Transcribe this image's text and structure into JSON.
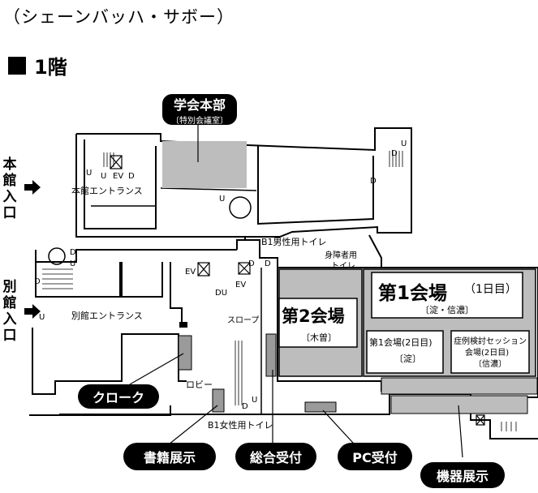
{
  "header": "（シェーンバッハ・サボー）",
  "floor_label": "1階",
  "buildings": {
    "main": "本館入口",
    "annex": "別館入口"
  },
  "callouts": {
    "hq_title": "学会本部",
    "hq_sub": "〔特別会議室〕",
    "cloak": "クローク",
    "books": "書籍展示",
    "reception": "総合受付",
    "pc": "PC受付",
    "equipment": "機器展示"
  },
  "rooms": {
    "hall1_title": "第1会場",
    "hall1_days": "（1日目）",
    "hall1_sub": "〔淀・信濃〕",
    "hall1_day2": "第1会場(2日目)",
    "hall1_day2_sub": "〔淀〕",
    "case_title": "症例検討セッション",
    "case_day": "会場(2日目)",
    "case_sub": "〔信濃〕",
    "hall2_title": "第2会場",
    "hall2_sub": "〔木曽〕"
  },
  "labels": {
    "main_entrance": "本館エントランス",
    "annex_entrance": "別館エントランス",
    "lobby": "ロビー",
    "slope": "スロープ",
    "b1_men": "B1男性用トイレ",
    "b1_women": "B1女性用トイレ",
    "accessible_1": "身障者用",
    "accessible_2": "トイレ"
  },
  "markers": {
    "u": "U",
    "d": "D",
    "ev": "EV",
    "du": "DU"
  }
}
